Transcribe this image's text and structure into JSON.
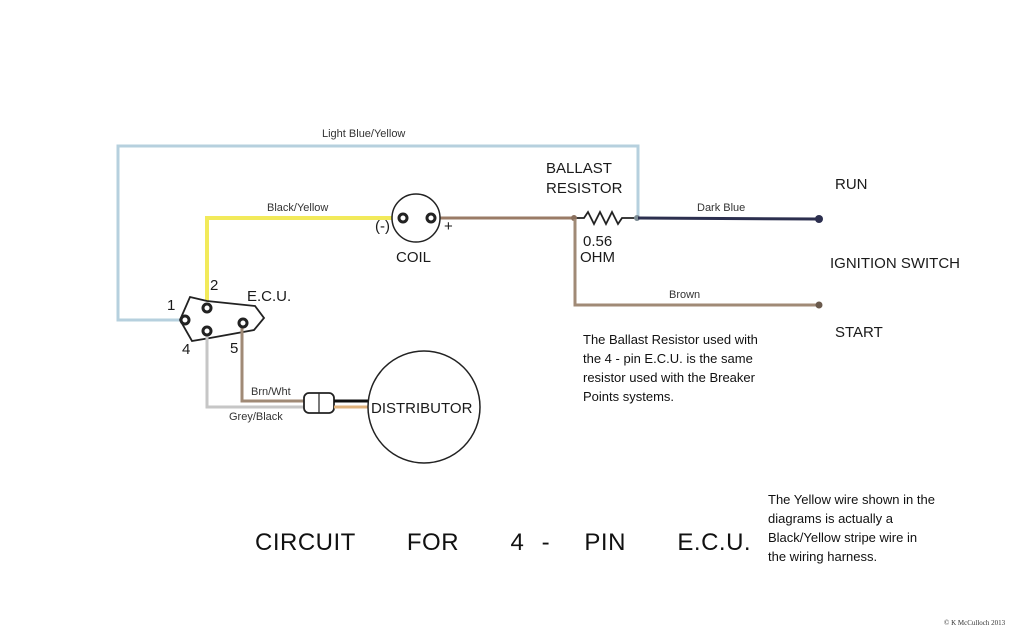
{
  "title": "CIRCUIT   FOR   4 -  PIN   E.C.U.",
  "wires": {
    "light_blue_yellow": {
      "label": "Light Blue/Yellow",
      "color": "#b6d0de"
    },
    "black_yellow": {
      "label": "Black/Yellow",
      "color": "#f2ea5a"
    },
    "dark_blue": {
      "label": "Dark Blue",
      "color": "#2c2f4f"
    },
    "brown": {
      "label": "Brown",
      "color": "#a08a76"
    },
    "brn_wht": {
      "label": "Brn/Wht",
      "color": "#a08a76"
    },
    "grey_black": {
      "label": "Grey/Black",
      "color": "#c6c6c6"
    },
    "coil_feed": {
      "color": "#9a7b66"
    },
    "dist_orange": {
      "color": "#e0b27c"
    }
  },
  "components": {
    "coil": {
      "label": "COIL",
      "neg": "(-)",
      "pos": "+"
    },
    "ballast": {
      "line1": "BALLAST",
      "line2": "RESISTOR",
      "value_line1": "0.56",
      "value_line2": "OHM"
    },
    "ecu": {
      "label": "E.C.U.",
      "pins": [
        "1",
        "2",
        "4",
        "5"
      ]
    },
    "distributor": {
      "label": "DISTRIBUTOR"
    },
    "ignition_switch": {
      "label": "IGNITION  SWITCH",
      "run": "RUN",
      "start": "START"
    }
  },
  "notes": {
    "ballast_note": [
      "The Ballast Resistor used with",
      "the 4 - pin E.C.U. is the same",
      "resistor used with the Breaker",
      "Points systems."
    ],
    "yellow_note": [
      "The Yellow wire shown in the",
      "diagrams is actually a",
      "Black/Yellow stripe wire in",
      "the wiring harness."
    ]
  },
  "copyright": "©  K McCulloch  2013"
}
